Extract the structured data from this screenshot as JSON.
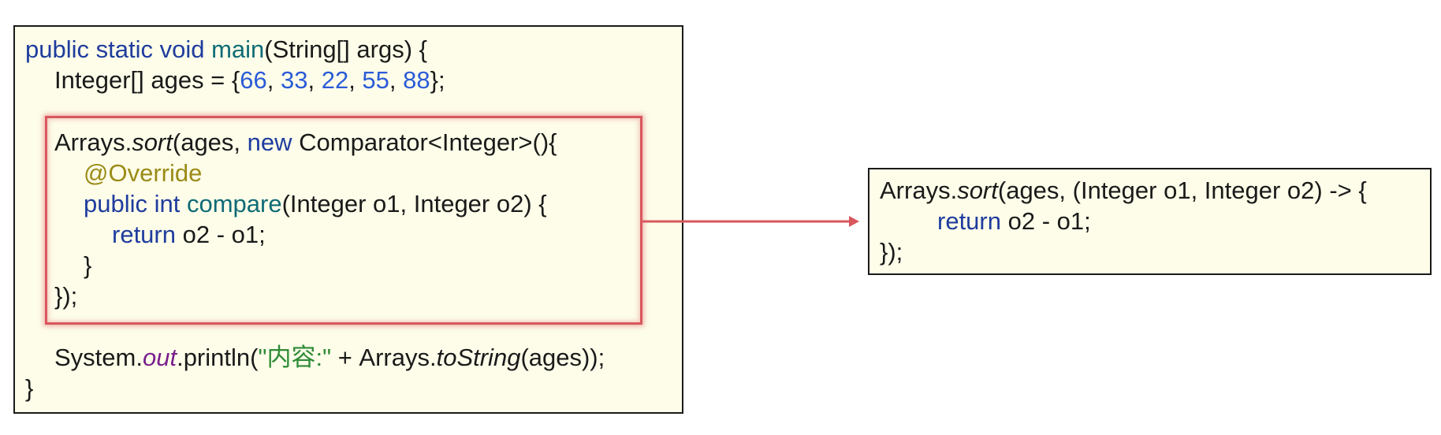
{
  "left_code": {
    "l1": {
      "kw": "public static void ",
      "fn": "main",
      "rest": "(String[] args) {"
    },
    "l2": {
      "a": "Integer[] ages = {",
      "n1": "66",
      "c1": ", ",
      "n2": "33",
      "c2": ", ",
      "n3": "22",
      "c3": ", ",
      "n4": "55",
      "c4": ", ",
      "n5": "88",
      "end": "};"
    },
    "l3": {
      "a": "Arrays.",
      "it": "sort",
      "b": "(ages, ",
      "kw": "new",
      "c": " Comparator<Integer>(){"
    },
    "l4": {
      "anno": "@Override"
    },
    "l5": {
      "kw": "public int ",
      "fn": "compare",
      "rest": "(Integer o1, Integer o2) {"
    },
    "l6": {
      "kw": "return",
      "rest": " o2 - o1;"
    },
    "l7": {
      "text": "}"
    },
    "l8": {
      "text": "});"
    },
    "l9": {
      "a": "System.",
      "field": "out",
      "b": ".println(",
      "str": "\"内容:\"",
      "c": " + Arrays.",
      "it": "toString",
      "d": "(ages));"
    },
    "l10": {
      "text": "}"
    }
  },
  "right_code": {
    "r1": {
      "a": "Arrays.",
      "it": "sort",
      "b": "(ages, (Integer o1, Integer o2) -> {"
    },
    "r2": {
      "kw": "return",
      "rest": " o2 - o1;"
    },
    "r3": {
      "text": "});"
    }
  },
  "colors": {
    "keyword": "#1f3c9e",
    "method": "#0f6b76",
    "number": "#2a5bd7",
    "annotation": "#9b8b17",
    "string": "#2e8b36",
    "field": "#7a1f8c",
    "highlight": "#d9575d",
    "background": "#fdfde9"
  }
}
